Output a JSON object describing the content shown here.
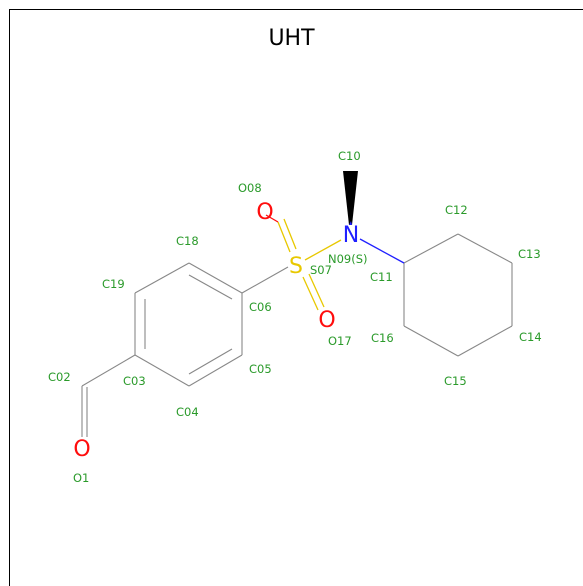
{
  "title": "UHT",
  "colors": {
    "label": "#2a9a2a",
    "oxygen": "#ff0d0d",
    "nitrogen": "#2020ff",
    "sulfur": "#e8c800",
    "bond": "#888888",
    "wedge": "#000000"
  },
  "atom_labels": {
    "C10": "C10",
    "O08": "O08",
    "C12": "C12",
    "C18": "C18",
    "N09": "N09(S)",
    "C13": "C13",
    "C19": "C19",
    "S07": "S07",
    "C11": "C11",
    "C06": "C06",
    "O17": "O17",
    "C16": "C16",
    "C14": "C14",
    "C02": "C02",
    "C03": "C03",
    "C05": "C05",
    "C15": "C15",
    "C04": "C04",
    "O1": "O1"
  },
  "element_symbols": {
    "O08": "O",
    "N09": "N",
    "S07": "S",
    "O17": "O",
    "O1": "O"
  }
}
